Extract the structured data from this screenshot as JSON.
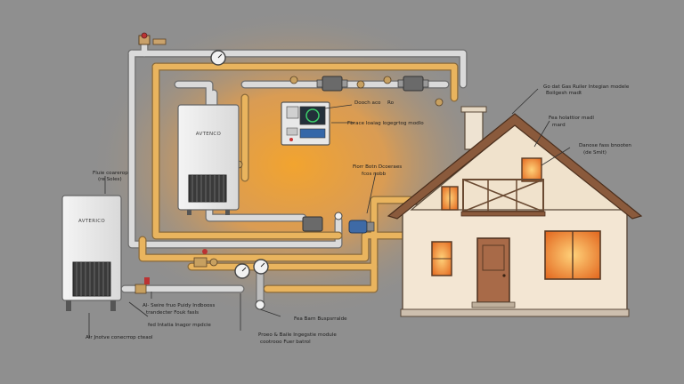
{
  "colors": {
    "background": "#8f8f8f",
    "glow": "#f5a623",
    "hot_pipe": "#e7b15a",
    "cold_pipe": "#d7d7d7",
    "house_wall": "#f3e6d3",
    "roof": "#8a5a3c",
    "window_glow": "#f08a2a"
  },
  "units": {
    "indoor_unit_brand": "AVTENCO",
    "outdoor_unit_brand": "AVTERICO"
  },
  "labels": {
    "top_right_1": "Go dat Gas Ruiler Integian modele",
    "top_right_2": "Boilgesh madt",
    "controller_top": "Dooch aco",
    "valve_label": "Ro",
    "controller_side": "Fbrace loaiag logegrtog modlo",
    "roof_label_1": "Fea holattior madl",
    "roof_label_2": "mard",
    "wall_label_1": "Danose fass bnooten",
    "wall_label_2": "(de Smlt)",
    "left_1": "Fluie coarerop",
    "left_2": "(re Soles)",
    "mid_1": "Fiorr Botn Dcoeraes",
    "mid_2": "fcos nobb",
    "bottom_left_1": "Al- Swire fruo Puidy Indbooss",
    "bottom_left_2": "trandecter Fouk fasls",
    "bottom_left_3": "fed Intatia Inagor mpdcie",
    "bottom_left_4": "Air Jnotve conecrrop cteaol",
    "bottom_mid": "Fea Barn Buspsrralde",
    "bottom_center_1": "Proeo & Baile Ingegstie module",
    "bottom_center_2": "cootrooo Fuer batrol"
  }
}
